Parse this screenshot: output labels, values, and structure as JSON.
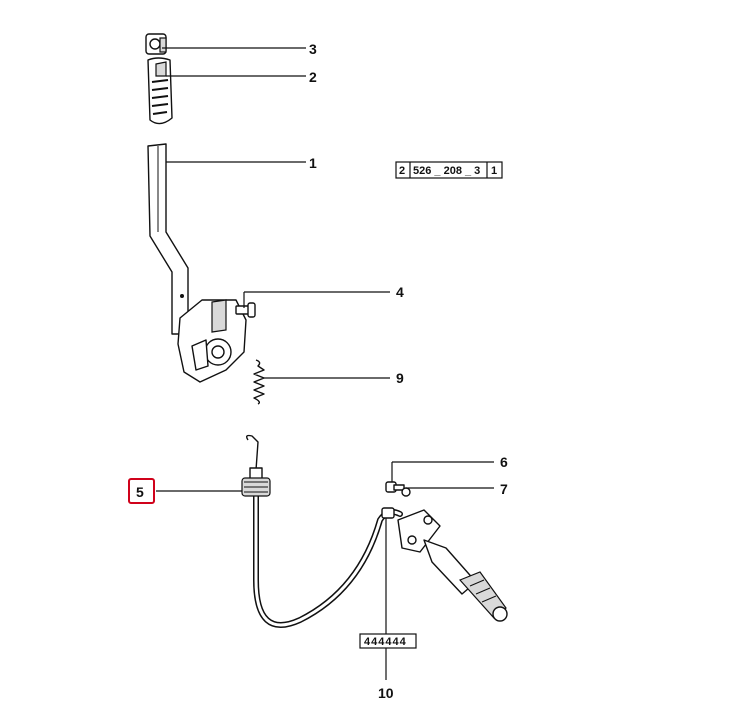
{
  "callouts": {
    "c1": "1",
    "c2": "2",
    "c3": "3",
    "c4": "4",
    "c5": "5",
    "c6": "6",
    "c7": "7",
    "c9": "9",
    "c10": "10"
  },
  "ref_box": {
    "cell1": "2",
    "cell2": "526 _ 208 _ 3",
    "cell3": "1"
  },
  "part_number_box": "444444",
  "colors": {
    "highlight": "#d0021b",
    "ink": "#111111"
  }
}
